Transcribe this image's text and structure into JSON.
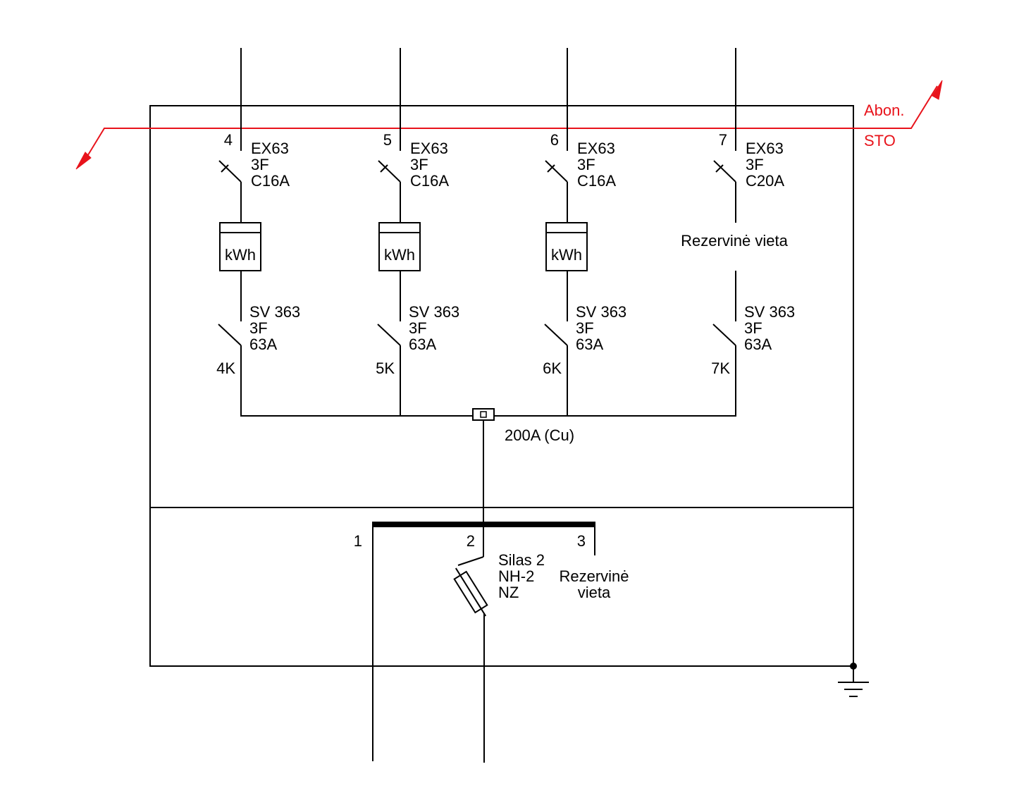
{
  "boundary": {
    "upper_label": "Abon.",
    "lower_label": "STO",
    "color": "#e8131b"
  },
  "feeders": [
    {
      "number": "4",
      "breaker": {
        "type": "EX63",
        "poles": "3F",
        "rating": "C16A"
      },
      "meter": "kWh",
      "reserve": "",
      "switch": {
        "type": "SV 363",
        "poles": "3F",
        "rating": "63A",
        "tag": "4K"
      }
    },
    {
      "number": "5",
      "breaker": {
        "type": "EX63",
        "poles": "3F",
        "rating": "C16A"
      },
      "meter": "kWh",
      "reserve": "",
      "switch": {
        "type": "SV 363",
        "poles": "3F",
        "rating": "63A",
        "tag": "5K"
      }
    },
    {
      "number": "6",
      "breaker": {
        "type": "EX63",
        "poles": "3F",
        "rating": "C16A"
      },
      "meter": "kWh",
      "reserve": "",
      "switch": {
        "type": "SV 363",
        "poles": "3F",
        "rating": "63A",
        "tag": "6K"
      }
    },
    {
      "number": "7",
      "breaker": {
        "type": "EX63",
        "poles": "3F",
        "rating": "C20A"
      },
      "meter": "",
      "reserve": "Rezervinė vieta",
      "switch": {
        "type": "SV 363",
        "poles": "3F",
        "rating": "63A",
        "tag": "7K"
      }
    }
  ],
  "busbar": {
    "rating": "200A (Cu)",
    "outputs": [
      {
        "number": "1",
        "lines": []
      },
      {
        "number": "2",
        "lines": [
          "Silas 2",
          "NH-2",
          "NZ"
        ]
      },
      {
        "number": "3",
        "lines": [
          "Rezervinė",
          "vieta"
        ]
      }
    ]
  }
}
